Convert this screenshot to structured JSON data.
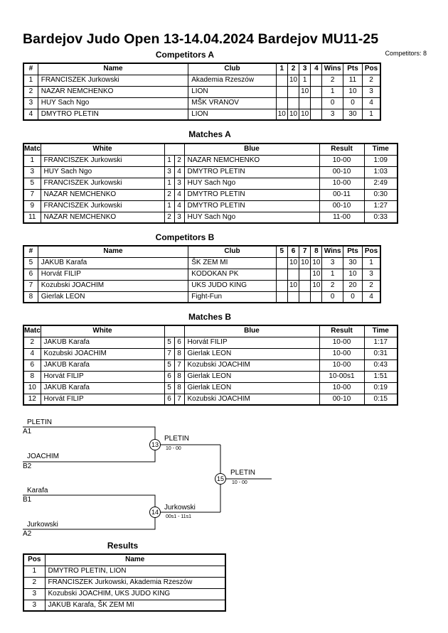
{
  "header": {
    "title": "Bardejov Judo Open  13-14.04.2024  Bardejov   MU11-25",
    "competitors_count": "Competitors: 8"
  },
  "competitors_a": {
    "title": "Competitors A",
    "headers": [
      "#",
      "Name",
      "Club",
      "1",
      "2",
      "3",
      "4",
      "Wins",
      "Pts",
      "Pos"
    ],
    "rows": [
      {
        "num": "1",
        "name": "FRANCISZEK Jurkowski",
        "club": "Akademia Rzeszów",
        "s": [
          "",
          "10",
          "1",
          ""
        ],
        "wins": "2",
        "pts": "11",
        "pos": "2"
      },
      {
        "num": "2",
        "name": "NAZAR NEMCHENKO",
        "club": "LION",
        "s": [
          "",
          "",
          "10",
          ""
        ],
        "wins": "1",
        "pts": "10",
        "pos": "3"
      },
      {
        "num": "3",
        "name": "HUY Sach Ngo",
        "club": "MŠK VRANOV",
        "s": [
          "",
          "",
          "",
          ""
        ],
        "wins": "0",
        "pts": "0",
        "pos": "4"
      },
      {
        "num": "4",
        "name": "DMYTRO PLETIN",
        "club": "LION",
        "s": [
          "10",
          "10",
          "10",
          ""
        ],
        "wins": "3",
        "pts": "30",
        "pos": "1"
      }
    ]
  },
  "matches_a": {
    "title": "Matches A",
    "headers": [
      "Match",
      "White",
      "Blue",
      "Result",
      "Time"
    ],
    "rows": [
      {
        "m": "1",
        "white": "FRANCISZEK Jurkowski",
        "w": "1",
        "b": "2",
        "blue": "NAZAR NEMCHENKO",
        "result": "10-00",
        "time": "1:09"
      },
      {
        "m": "3",
        "white": "HUY Sach Ngo",
        "w": "3",
        "b": "4",
        "blue": "DMYTRO PLETIN",
        "result": "00-10",
        "time": "1:03"
      },
      {
        "m": "5",
        "white": "FRANCISZEK Jurkowski",
        "w": "1",
        "b": "3",
        "blue": "HUY Sach Ngo",
        "result": "10-00",
        "time": "2:49"
      },
      {
        "m": "7",
        "white": "NAZAR NEMCHENKO",
        "w": "2",
        "b": "4",
        "blue": "DMYTRO PLETIN",
        "result": "00-11",
        "time": "0:30"
      },
      {
        "m": "9",
        "white": "FRANCISZEK Jurkowski",
        "w": "1",
        "b": "4",
        "blue": "DMYTRO PLETIN",
        "result": "00-10",
        "time": "1:27"
      },
      {
        "m": "11",
        "white": "NAZAR NEMCHENKO",
        "w": "2",
        "b": "3",
        "blue": "HUY Sach Ngo",
        "result": "11-00",
        "time": "0:33"
      }
    ]
  },
  "competitors_b": {
    "title": "Competitors B",
    "headers": [
      "#",
      "Name",
      "Club",
      "5",
      "6",
      "7",
      "8",
      "Wins",
      "Pts",
      "Pos"
    ],
    "rows": [
      {
        "num": "5",
        "name": "JAKUB Karafa",
        "club": "ŠK ZEM MI",
        "s": [
          "",
          "10",
          "10",
          "10"
        ],
        "wins": "3",
        "pts": "30",
        "pos": "1"
      },
      {
        "num": "6",
        "name": "Horvát FILIP",
        "club": "KODOKAN PK",
        "s": [
          "",
          "",
          "",
          "10"
        ],
        "wins": "1",
        "pts": "10",
        "pos": "3"
      },
      {
        "num": "7",
        "name": "Kozubski JOACHIM",
        "club": "UKS JUDO KING",
        "s": [
          "",
          "10",
          "",
          "10"
        ],
        "wins": "2",
        "pts": "20",
        "pos": "2"
      },
      {
        "num": "8",
        "name": "Gierlak LEON",
        "club": "Fight-Fun",
        "s": [
          "",
          "",
          "",
          ""
        ],
        "wins": "0",
        "pts": "0",
        "pos": "4"
      }
    ]
  },
  "matches_b": {
    "title": "Matches B",
    "headers": [
      "Match",
      "White",
      "Blue",
      "Result",
      "Time"
    ],
    "rows": [
      {
        "m": "2",
        "white": "JAKUB Karafa",
        "w": "5",
        "b": "6",
        "blue": "Horvát FILIP",
        "result": "10-00",
        "time": "1:17"
      },
      {
        "m": "4",
        "white": "Kozubski JOACHIM",
        "w": "7",
        "b": "8",
        "blue": "Gierlak LEON",
        "result": "10-00",
        "time": "0:31"
      },
      {
        "m": "6",
        "white": "JAKUB Karafa",
        "w": "5",
        "b": "7",
        "blue": "Kozubski JOACHIM",
        "result": "10-00",
        "time": "0:43"
      },
      {
        "m": "8",
        "white": "Horvát FILIP",
        "w": "6",
        "b": "8",
        "blue": "Gierlak LEON",
        "result": "10-00s1",
        "time": "1:51"
      },
      {
        "m": "10",
        "white": "JAKUB Karafa",
        "w": "5",
        "b": "8",
        "blue": "Gierlak LEON",
        "result": "10-00",
        "time": "0:19"
      },
      {
        "m": "12",
        "white": "Horvát FILIP",
        "w": "6",
        "b": "7",
        "blue": "Kozubski JOACHIM",
        "result": "00-10",
        "time": "0:15"
      }
    ]
  },
  "bracket": {
    "entries": [
      {
        "name": "PLETIN",
        "pos": "A1"
      },
      {
        "name": "JOACHIM",
        "pos": "B2"
      },
      {
        "name": "Karafa",
        "pos": "B1"
      },
      {
        "name": "Jurkowski",
        "pos": "A2"
      }
    ],
    "semis": [
      {
        "num": "13",
        "winner": "PLETIN",
        "score": "10 - 00"
      },
      {
        "num": "14",
        "winner": "Jurkowski",
        "score": "00s1 - 11s1"
      }
    ],
    "final": {
      "num": "15",
      "winner": "PLETIN",
      "score": "10 - 00"
    }
  },
  "results": {
    "title": "Results",
    "headers": [
      "Pos",
      "Name"
    ],
    "rows": [
      {
        "pos": "1",
        "name": "DMYTRO PLETIN, LION"
      },
      {
        "pos": "2",
        "name": "FRANCISZEK Jurkowski, Akademia Rzeszów"
      },
      {
        "pos": "3",
        "name": "Kozubski JOACHIM, UKS JUDO KING"
      },
      {
        "pos": "3",
        "name": "JAKUB Karafa, ŠK ZEM MI"
      }
    ]
  }
}
